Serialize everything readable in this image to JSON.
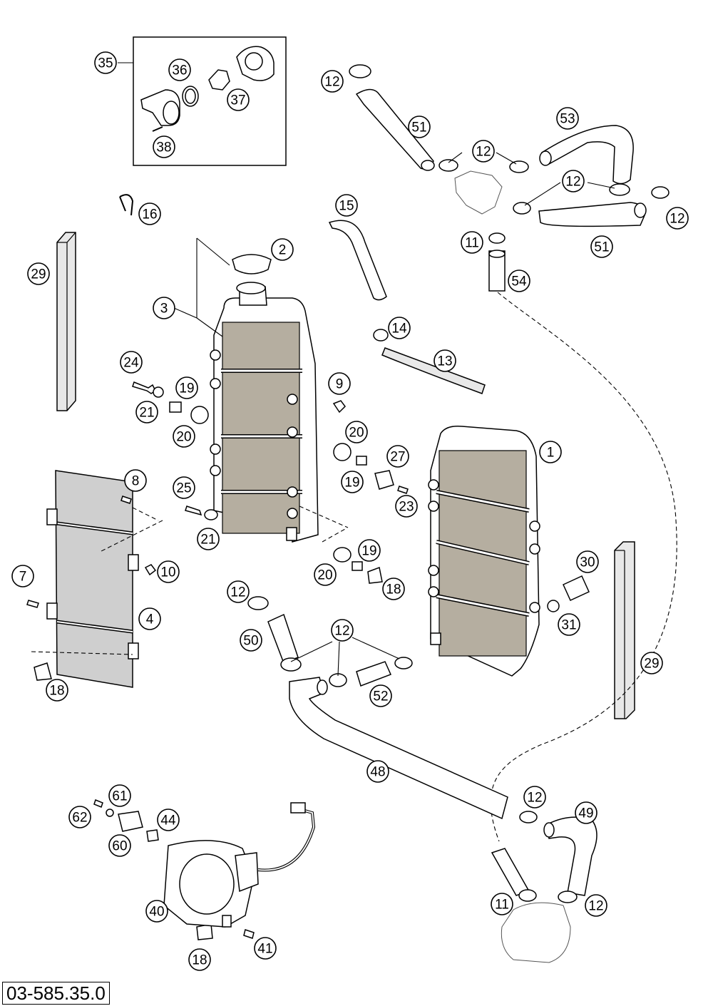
{
  "drawing_number": "03-585.35.0",
  "callouts": [
    {
      "label": "35"
    },
    {
      "label": "36"
    },
    {
      "label": "37"
    },
    {
      "label": "38"
    },
    {
      "label": "12"
    },
    {
      "label": "51"
    },
    {
      "label": "53"
    },
    {
      "label": "12"
    },
    {
      "label": "12"
    },
    {
      "label": "12"
    },
    {
      "label": "51"
    },
    {
      "label": "11"
    },
    {
      "label": "54"
    },
    {
      "label": "16"
    },
    {
      "label": "15"
    },
    {
      "label": "29"
    },
    {
      "label": "2"
    },
    {
      "label": "3"
    },
    {
      "label": "14"
    },
    {
      "label": "13"
    },
    {
      "label": "24"
    },
    {
      "label": "19"
    },
    {
      "label": "21"
    },
    {
      "label": "20"
    },
    {
      "label": "9"
    },
    {
      "label": "20"
    },
    {
      "label": "27"
    },
    {
      "label": "1"
    },
    {
      "label": "19"
    },
    {
      "label": "23"
    },
    {
      "label": "8"
    },
    {
      "label": "25"
    },
    {
      "label": "21"
    },
    {
      "label": "10"
    },
    {
      "label": "19"
    },
    {
      "label": "20"
    },
    {
      "label": "18"
    },
    {
      "label": "30"
    },
    {
      "label": "7"
    },
    {
      "label": "12"
    },
    {
      "label": "4"
    },
    {
      "label": "31"
    },
    {
      "label": "12"
    },
    {
      "label": "50"
    },
    {
      "label": "29"
    },
    {
      "label": "18"
    },
    {
      "label": "52"
    },
    {
      "label": "48"
    },
    {
      "label": "61"
    },
    {
      "label": "12"
    },
    {
      "label": "49"
    },
    {
      "label": "62"
    },
    {
      "label": "44"
    },
    {
      "label": "60"
    },
    {
      "label": "40"
    },
    {
      "label": "11"
    },
    {
      "label": "12"
    },
    {
      "label": "41"
    },
    {
      "label": "18"
    }
  ]
}
